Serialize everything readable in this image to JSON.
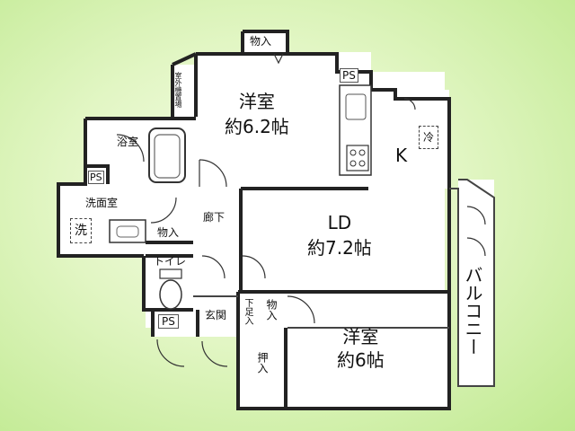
{
  "rooms": {
    "western1": {
      "name": "洋室",
      "size": "約6.2帖"
    },
    "ld": {
      "name": "LD",
      "size": "約7.2帖"
    },
    "western2": {
      "name": "洋室",
      "size": "約6帖"
    },
    "kitchen": "K",
    "bath": "浴室",
    "washroom": "洗面室",
    "corridor": "廊下",
    "toilet": "トイレ",
    "entrance": "玄関",
    "balcony": "バルコニー"
  },
  "storage": {
    "top": "物入",
    "hall": "物入",
    "entry": "物入",
    "shoebox": "下足入",
    "oshiire": "押入",
    "outdoor_unit": "室外機置場"
  },
  "fixtures": {
    "ps_kitchen": "PS",
    "ps_bath": "PS",
    "ps_entrance": "PS",
    "fridge": "冷",
    "washer": "洗"
  }
}
